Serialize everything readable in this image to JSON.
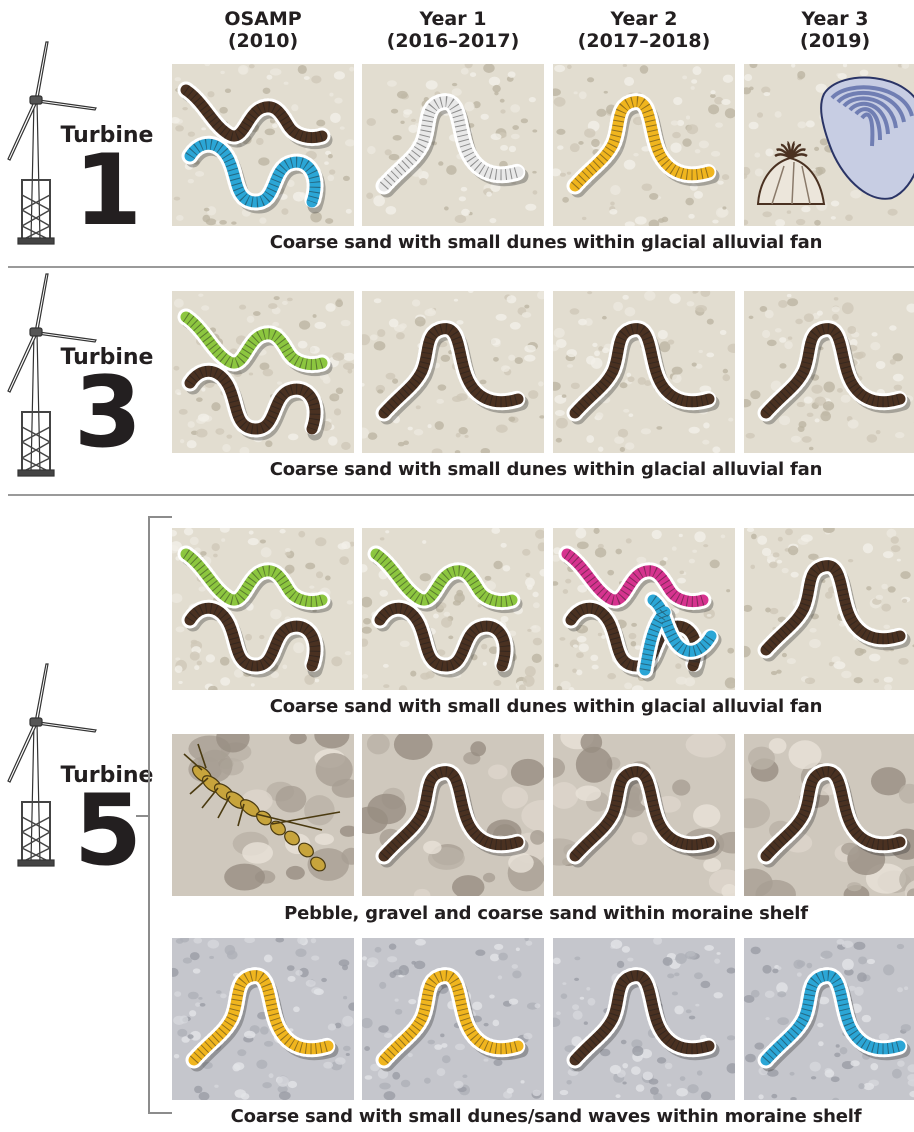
{
  "columns": [
    {
      "line1": "OSAMP",
      "line2": "(2010)"
    },
    {
      "line1": "Year 1",
      "line2": "(2016–2017)"
    },
    {
      "line1": "Year 2",
      "line2": "(2017–2018)"
    },
    {
      "line1": "Year 3",
      "line2": "(2019)"
    }
  ],
  "turbines": [
    {
      "word": "Turbine",
      "number": "1"
    },
    {
      "word": "Turbine",
      "number": "3"
    },
    {
      "word": "Turbine",
      "number": "5"
    }
  ],
  "captions": [
    "Coarse sand with small dunes within glacial alluvial fan",
    "Coarse sand with small dunes within glacial alluvial fan",
    "Coarse sand with small dunes within glacial alluvial fan",
    "Pebble, gravel and coarse sand within moraine shelf",
    "Coarse sand with small dunes/sand waves within moraine shelf"
  ],
  "colors": {
    "brown_worm": "#4a3121",
    "blue_worm": "#2ba6d6",
    "white_worm": "#e8e8e8",
    "gold_worm": "#f0b51e",
    "green_worm": "#8cc63f",
    "pink_worm": "#d6338f",
    "mussel": "#5a6aa6",
    "amphipod": "#c7a43c",
    "sand_light": "#e2ddd0",
    "pebble": "#cfc8bd",
    "sand_grey": "#c5c6cc"
  },
  "tiles": [
    {
      "row": 0,
      "col": 0,
      "bg": "sand",
      "organisms": [
        "brown-worm",
        "blue-worm"
      ]
    },
    {
      "row": 0,
      "col": 1,
      "bg": "sand",
      "organisms": [
        "white-worm"
      ]
    },
    {
      "row": 0,
      "col": 2,
      "bg": "sand",
      "organisms": [
        "gold-worm"
      ]
    },
    {
      "row": 0,
      "col": 3,
      "bg": "sand",
      "organisms": [
        "barnacle",
        "mussel"
      ]
    },
    {
      "row": 1,
      "col": 0,
      "bg": "sand",
      "organisms": [
        "green-worm",
        "brown-worm"
      ]
    },
    {
      "row": 1,
      "col": 1,
      "bg": "sand",
      "organisms": [
        "brown-worm"
      ]
    },
    {
      "row": 1,
      "col": 2,
      "bg": "sand",
      "organisms": [
        "brown-worm"
      ]
    },
    {
      "row": 1,
      "col": 3,
      "bg": "sand",
      "organisms": [
        "brown-worm"
      ]
    },
    {
      "row": 2,
      "col": 0,
      "bg": "sand",
      "organisms": [
        "green-worm",
        "brown-worm"
      ]
    },
    {
      "row": 2,
      "col": 1,
      "bg": "sand",
      "organisms": [
        "green-worm",
        "brown-worm"
      ]
    },
    {
      "row": 2,
      "col": 2,
      "bg": "sand",
      "organisms": [
        "pink-worm",
        "blue-worm",
        "brown-worm"
      ]
    },
    {
      "row": 2,
      "col": 3,
      "bg": "sand",
      "organisms": [
        "brown-worm"
      ]
    },
    {
      "row": 3,
      "col": 0,
      "bg": "pebble",
      "organisms": [
        "amphipod"
      ]
    },
    {
      "row": 3,
      "col": 1,
      "bg": "pebble",
      "organisms": [
        "brown-worm"
      ]
    },
    {
      "row": 3,
      "col": 2,
      "bg": "pebble",
      "organisms": [
        "brown-worm"
      ]
    },
    {
      "row": 3,
      "col": 3,
      "bg": "pebble",
      "organisms": [
        "brown-worm"
      ]
    },
    {
      "row": 4,
      "col": 0,
      "bg": "grey",
      "organisms": [
        "gold-worm"
      ]
    },
    {
      "row": 4,
      "col": 1,
      "bg": "grey",
      "organisms": [
        "gold-worm"
      ]
    },
    {
      "row": 4,
      "col": 2,
      "bg": "grey",
      "organisms": [
        "brown-worm"
      ]
    },
    {
      "row": 4,
      "col": 3,
      "bg": "grey",
      "organisms": [
        "blue-worm"
      ]
    }
  ]
}
